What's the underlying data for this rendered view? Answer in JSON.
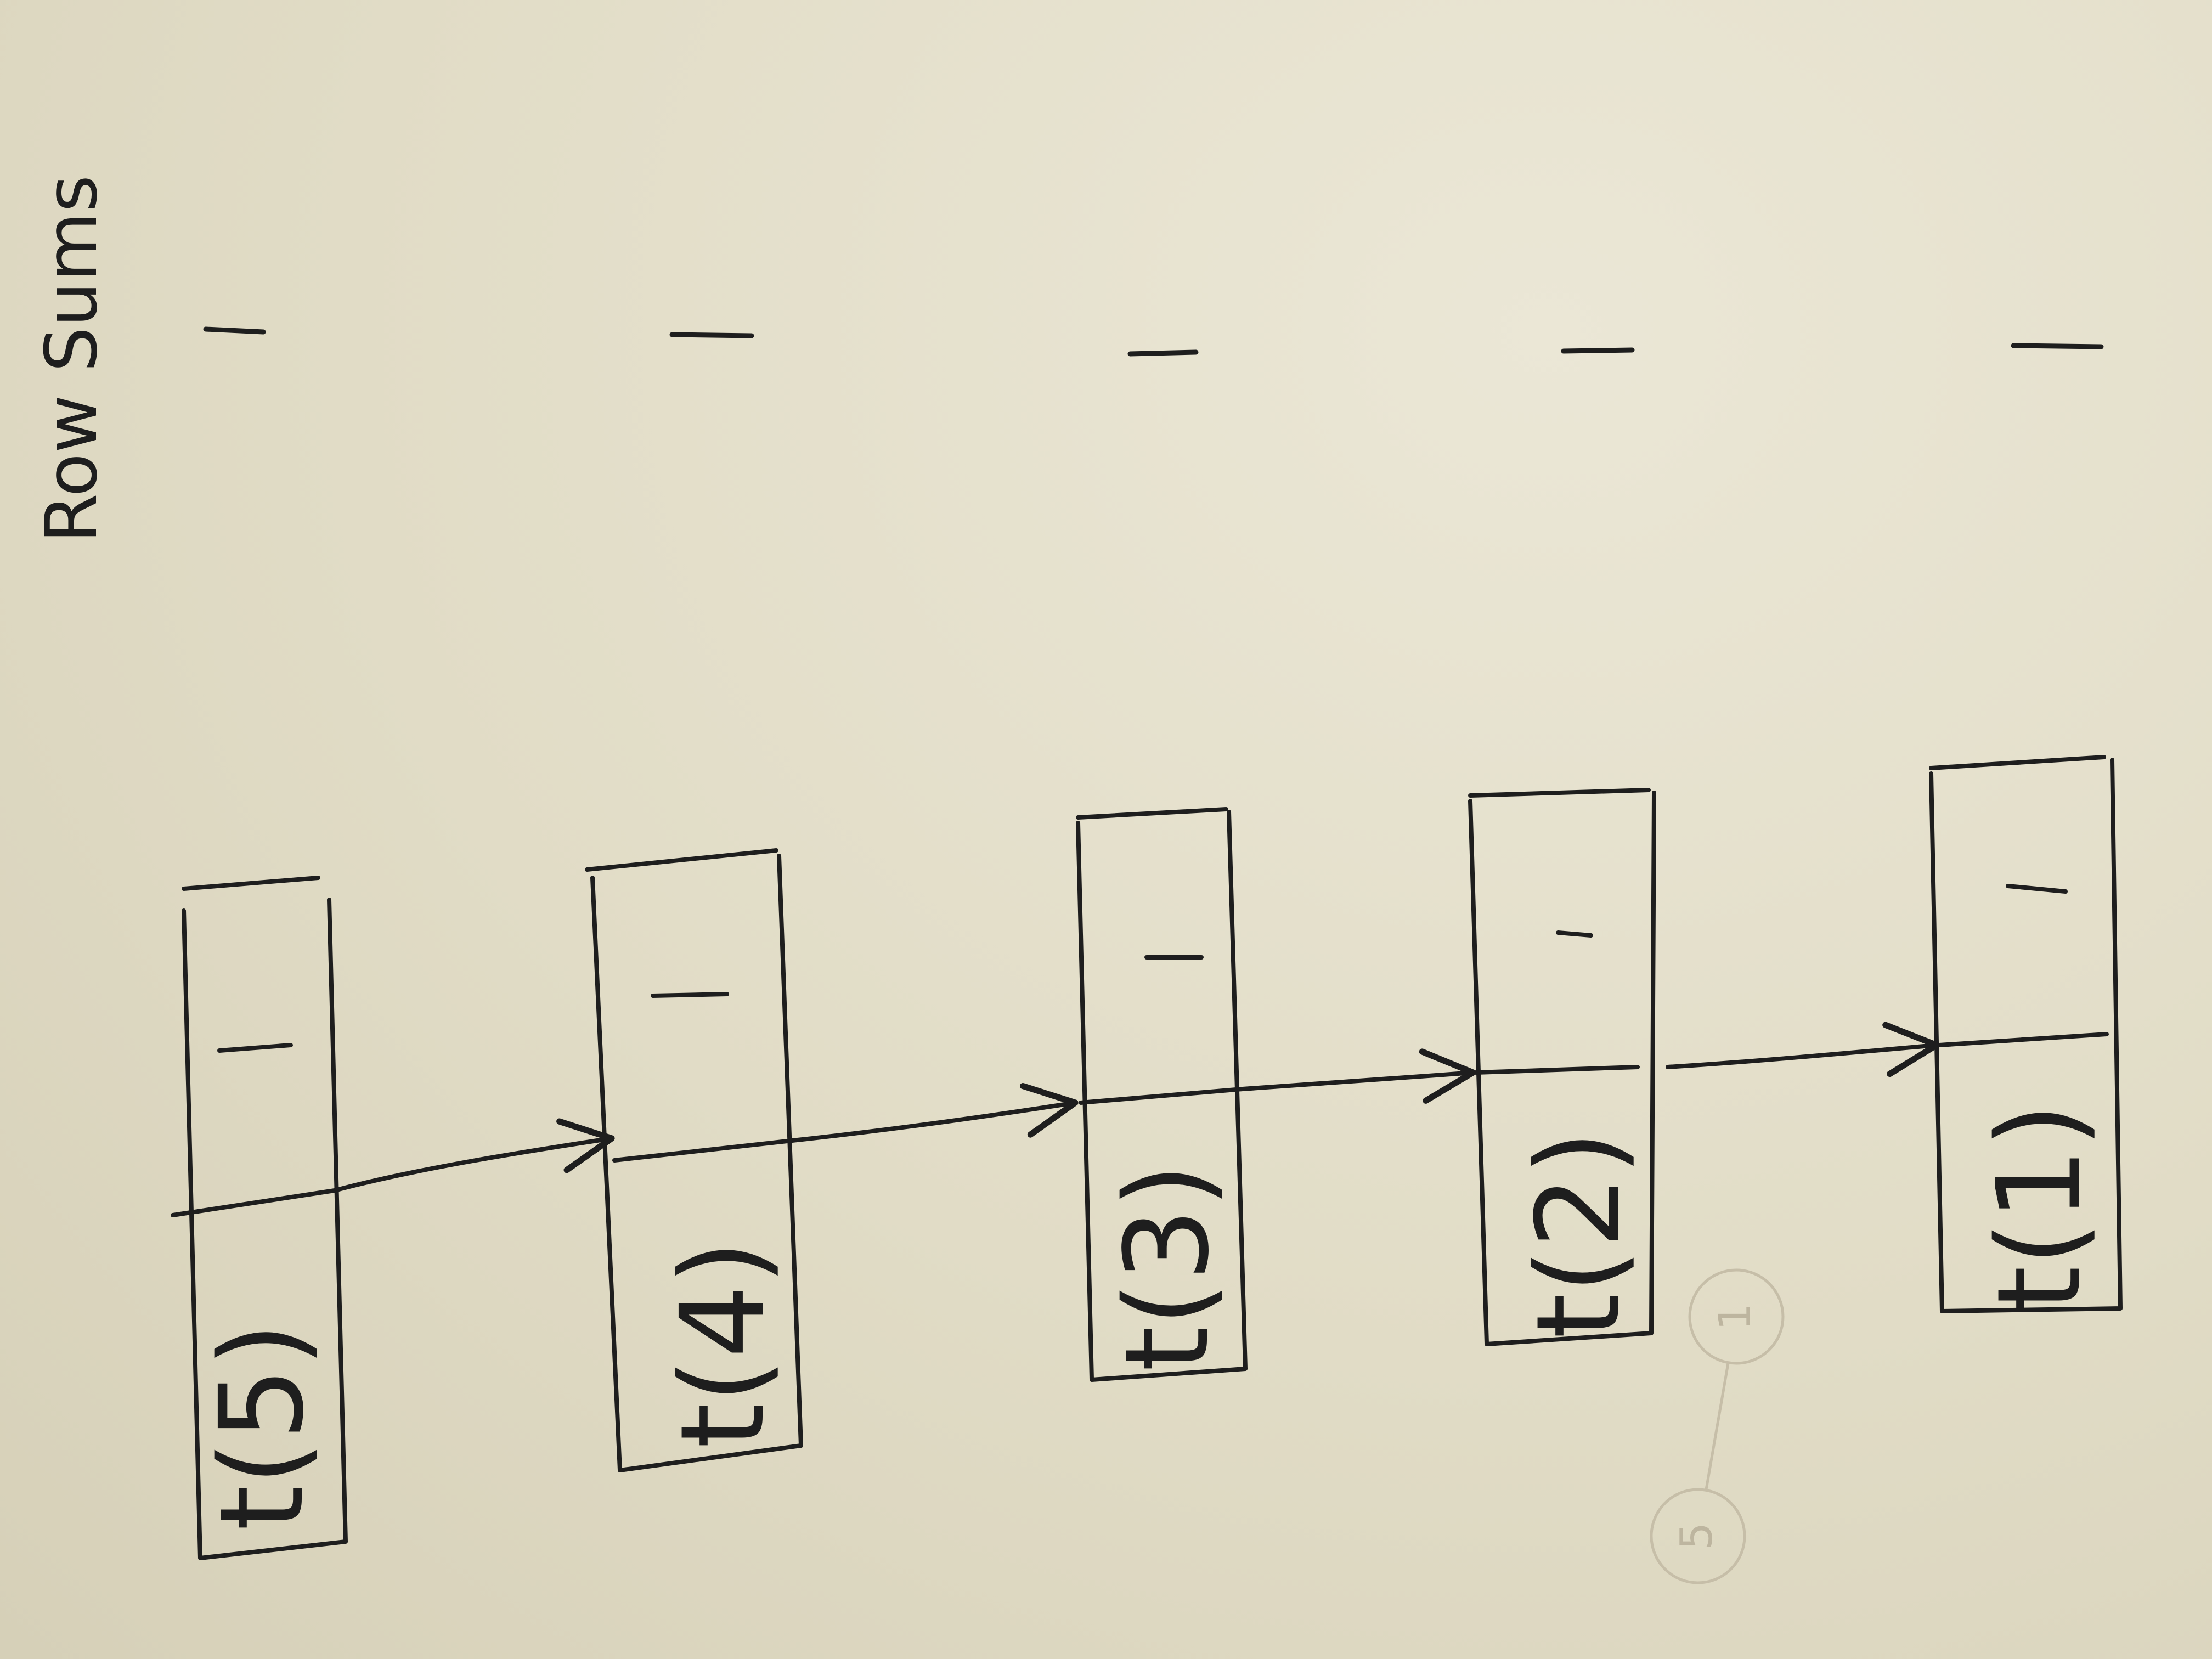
{
  "heading": "Row Sums",
  "row_sum_values": [
    "1",
    "1",
    "1",
    "1",
    "1"
  ],
  "boxes": [
    {
      "label": "t(5)",
      "value": "1"
    },
    {
      "label": "t(4)",
      "value": "1"
    },
    {
      "label": "t(3)",
      "value": "1"
    },
    {
      "label": "t(2)",
      "value": "1"
    },
    {
      "label": "t(1)",
      "value": "1"
    }
  ],
  "faint_nodes": [
    "1",
    "5"
  ]
}
